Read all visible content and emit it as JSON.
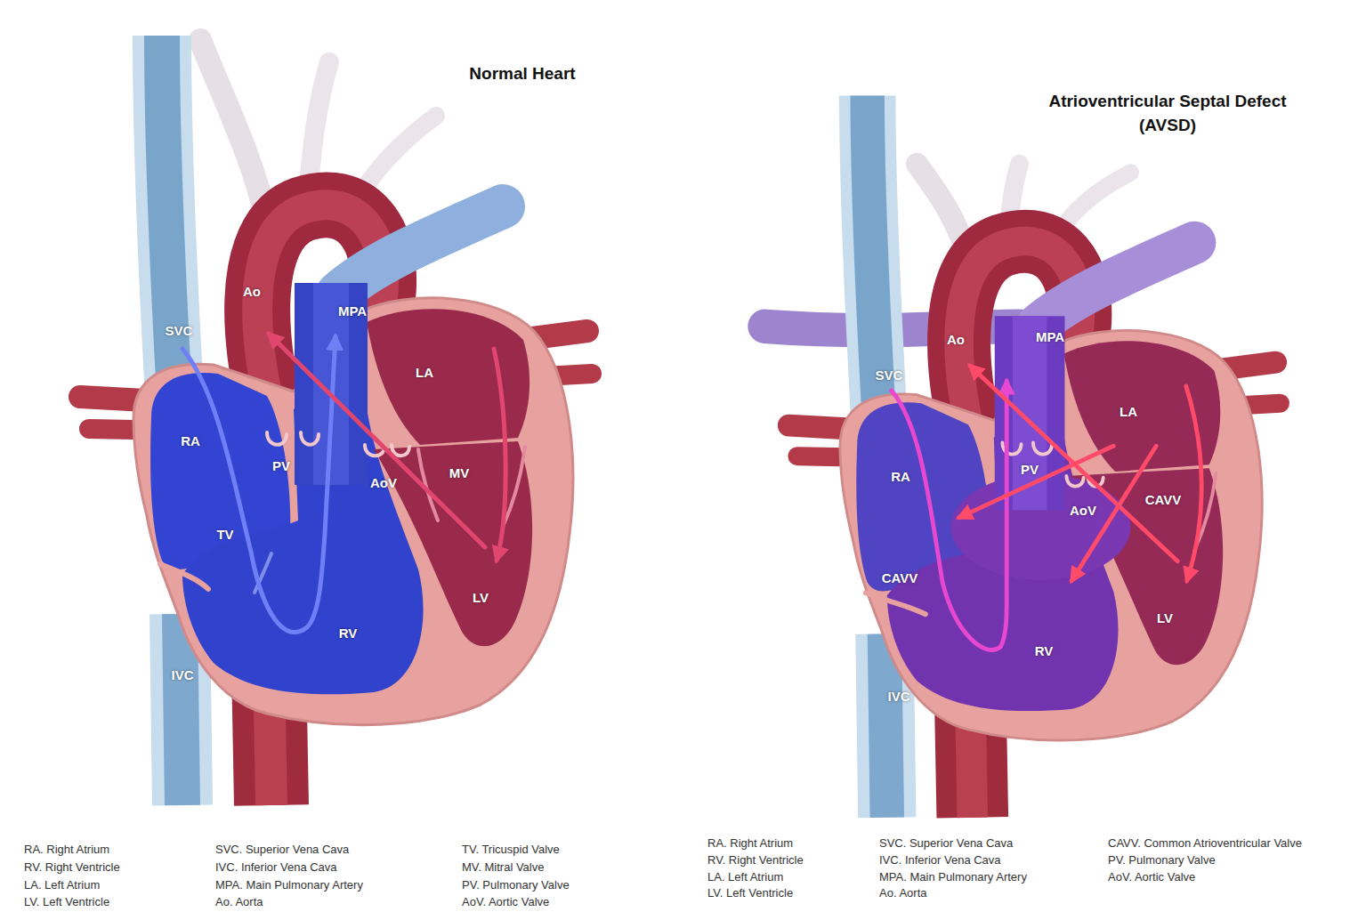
{
  "diagram": {
    "labels": [
      "Normal Heart",
      "Atrioventricular Septal Defect (AVSD)",
      "Ao",
      "SVC",
      "MPA",
      "LA",
      "RA",
      "PV",
      "AoV",
      "MV",
      "TV",
      "RV",
      "LV",
      "IVC",
      "Ao",
      "SVC",
      "MPA",
      "LA",
      "RA",
      "PV",
      "AoV",
      "CAVV",
      "CAVV",
      "RV",
      "LV",
      "IVC",
      "RA. Right Atrium",
      "RV. Right Ventricle",
      "LA. Left Atrium",
      "LV. Left Ventricle",
      "SVC. Superior Vena Cava",
      "IVC. Inferior Vena Cava",
      "MPA. Main Pulmonary Artery",
      "Ao. Aorta",
      "TV. Tricuspid Valve",
      "MV. Mitral Valve",
      "PV. Pulmonary Valve",
      "AoV. Aortic Valve",
      "RA. Right Atrium",
      "RV. Right Ventricle",
      "LA. Left Atrium",
      "LV. Left Ventricle",
      "SVC. Superior Vena Cava",
      "IVC. Inferior Vena Cava",
      "MPA. Main Pulmonary Artery",
      "Ao. Aorta",
      "CAVV. Common Atrioventricular Valve",
      "PV. Pulmonary Valve",
      "AoV. Aortic Valve"
    ]
  }
}
